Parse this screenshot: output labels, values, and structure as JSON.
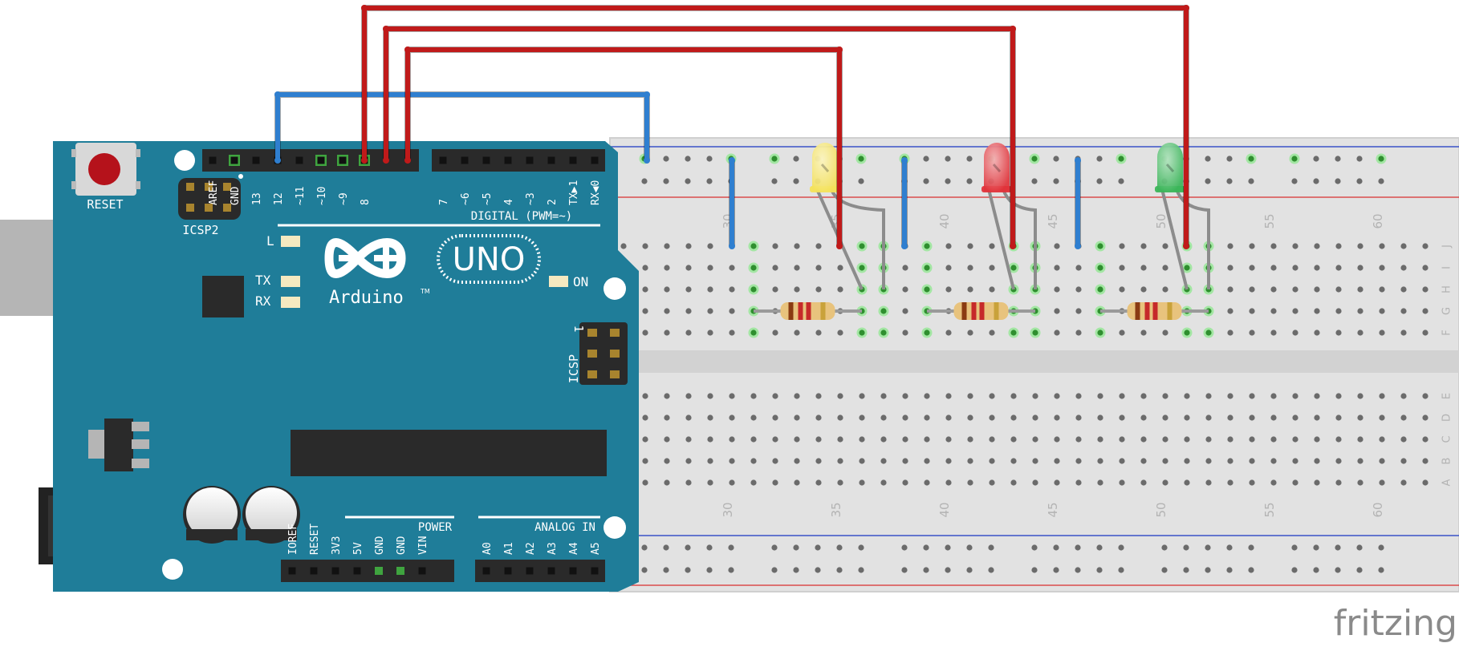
{
  "arduino": {
    "reset_label": "RESET",
    "icsp2_label": "ICSP2",
    "icsp_label": "ICSP",
    "icsp_pin1": "1",
    "logo_uno": "UNO",
    "logo_brand": "Arduino",
    "logo_tm": "TM",
    "led_labels": {
      "l": "L",
      "tx": "TX",
      "rx": "RX",
      "on": "ON"
    },
    "digital_label": "DIGITAL (PWM=~)",
    "power_label": "POWER",
    "analog_label": "ANALOG IN",
    "digital_pins_left": [
      "AREF",
      "GND",
      "13",
      "12",
      "~11",
      "~10",
      "~9",
      "8"
    ],
    "digital_pins_right": [
      "7",
      "~6",
      "~5",
      "4",
      "~3",
      "2",
      "TX▶1",
      "RX◀0"
    ],
    "power_pins": [
      "IOREF",
      "RESET",
      "3V3",
      "5V",
      "GND",
      "GND",
      "VIN"
    ],
    "analog_pins": [
      "A0",
      "A1",
      "A2",
      "A3",
      "A4",
      "A5"
    ]
  },
  "breadboard": {
    "column_numbers": [
      "30",
      "35",
      "40",
      "45",
      "50",
      "55",
      "60"
    ],
    "row_letters_top": [
      "J",
      "I",
      "H",
      "G",
      "F"
    ],
    "row_letters_bottom": [
      "E",
      "D",
      "C",
      "B",
      "A"
    ]
  },
  "components": {
    "leds": [
      {
        "name": "yellow",
        "color": "#f3e15a"
      },
      {
        "name": "red",
        "color": "#e0333a"
      },
      {
        "name": "green",
        "color": "#3cb55a"
      }
    ],
    "wire_colors": {
      "signal": "#c01a1a",
      "ground": "#2f7fd0"
    }
  },
  "colors": {
    "board": "#1f7d99",
    "breadboard": "#e0e0e0",
    "rail_red": "#d94c4c",
    "rail_blue": "#3a52c8"
  },
  "watermark": "fritzing"
}
